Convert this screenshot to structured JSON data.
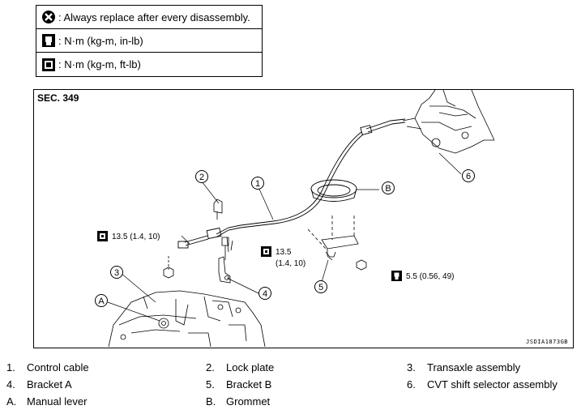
{
  "legend": [
    {
      "icon": "replace-icon",
      "text": ": Always replace after every disassembly."
    },
    {
      "icon": "torque-in-lb-icon",
      "text": ": N·m (kg-m, in-lb)"
    },
    {
      "icon": "torque-ft-lb-icon",
      "text": ": N·m (kg-m, ft-lb)"
    }
  ],
  "diagram": {
    "section": "SEC. 349",
    "code": "JSDIA1873GB",
    "callouts": {
      "c1": "1",
      "c2": "2",
      "c3": "3",
      "c4": "4",
      "c5": "5",
      "c6": "6",
      "cA": "A",
      "cB": "B"
    },
    "torques": {
      "t1": "13.5 (1.4, 10)",
      "t2_line1": "13.5",
      "t2_line2": "(1.4, 10)",
      "t3": "5.5 (0.56, 49)"
    }
  },
  "parts": {
    "p1": {
      "num": "1.",
      "name": "Control cable"
    },
    "p2": {
      "num": "2.",
      "name": "Lock plate"
    },
    "p3": {
      "num": "3.",
      "name": "Transaxle assembly"
    },
    "p4": {
      "num": "4.",
      "name": "Bracket A"
    },
    "p5": {
      "num": "5.",
      "name": "Bracket B"
    },
    "p6": {
      "num": "6.",
      "name": "CVT shift selector assembly"
    },
    "pA": {
      "num": "A.",
      "name": "Manual lever"
    },
    "pB": {
      "num": "B.",
      "name": "Grommet"
    }
  }
}
